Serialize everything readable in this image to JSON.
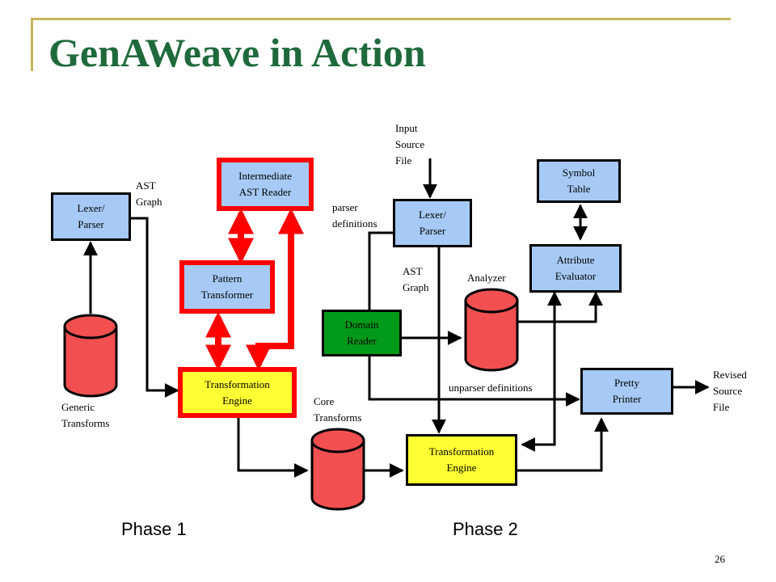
{
  "title": "GenAWeave in Action",
  "page_number": "26",
  "phases": {
    "phase1": "Phase 1",
    "phase2": "Phase 2"
  },
  "boxes": {
    "lexer_parser_1": "Lexer/\nParser",
    "intermediate_ast_reader": "Intermediate\nAST Reader",
    "pattern_transformer": "Pattern\nTransformer",
    "transformation_engine_1": "Transformation\nEngine",
    "lexer_parser_2": "Lexer/\nParser",
    "symbol_table": "Symbol\nTable",
    "attribute_evaluator": "Attribute\nEvaluator",
    "domain_reader": "Domain\nReader",
    "pretty_printer": "Pretty\nPrinter",
    "transformation_engine_2": "Transformation\nEngine"
  },
  "labels": {
    "ast_graph_1": "AST\nGraph",
    "generic_transforms": "Generic\nTransforms",
    "input_source_file": "Input\nSource\nFile",
    "parser_definitions": "parser\ndefinitions",
    "ast_graph_2": "AST\nGraph",
    "analyzer": "Analyzer",
    "unparser_definitions": "unparser definitions",
    "core_transforms": "Core\nTransforms",
    "revised_source_file": "Revised\nSource\nFile"
  },
  "colors": {
    "title": "#1f6a3c",
    "process_box": "#a6caf5",
    "engine_box": "#ffff33",
    "reader_box": "#009a1a",
    "highlight": "#ff0000",
    "database": "#f25050",
    "accent_rule": "#c8b45a"
  }
}
